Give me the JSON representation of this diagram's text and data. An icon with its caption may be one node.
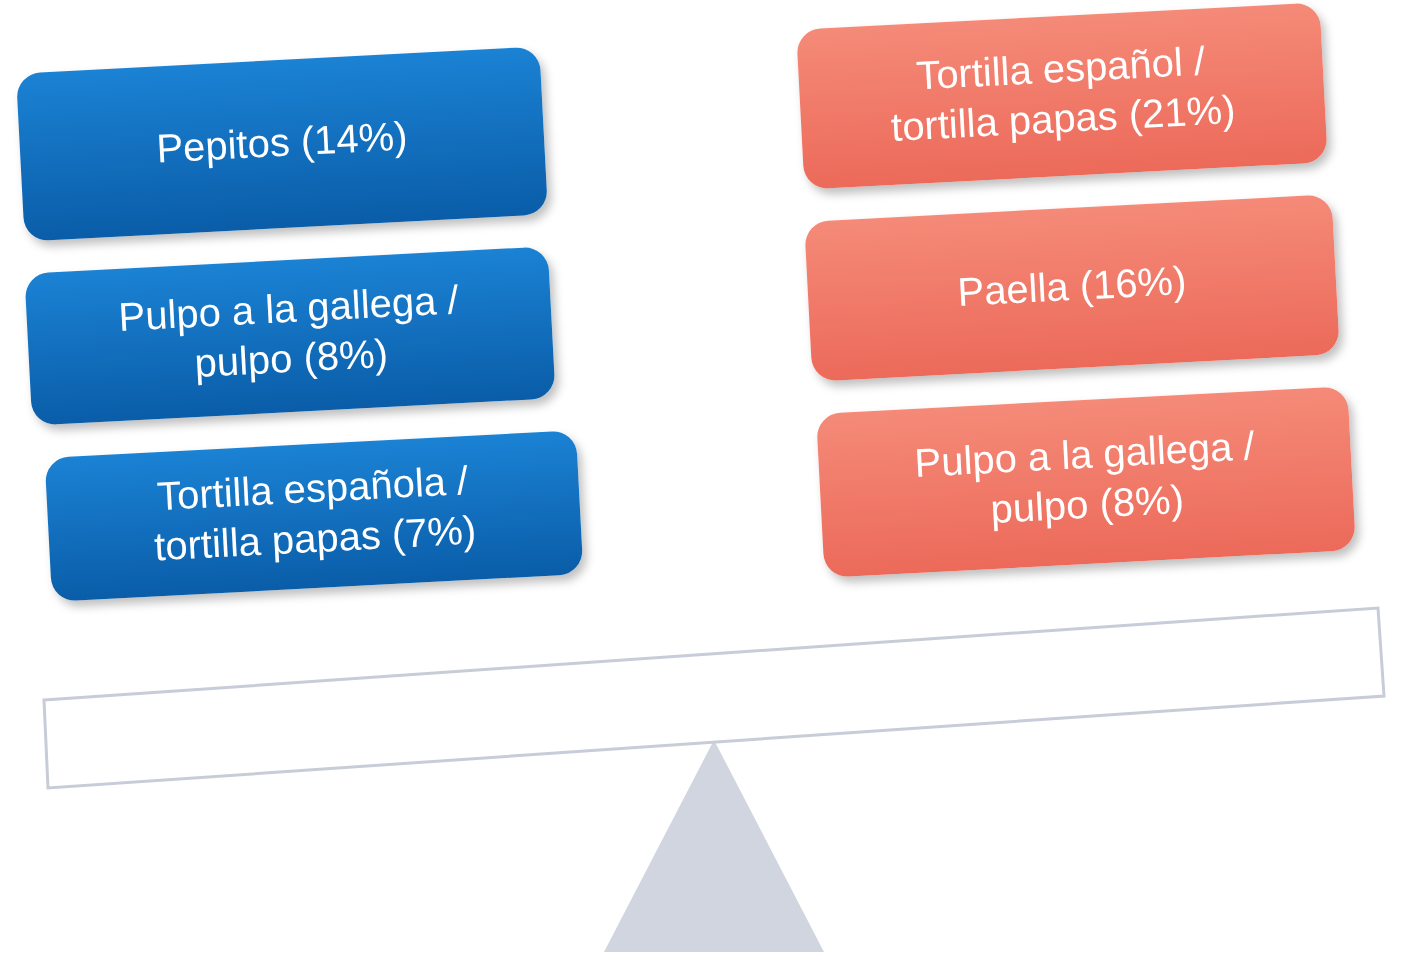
{
  "diagram": {
    "nodes": [
      {
        "text": [
          "Pepitos (14%)"
        ]
      },
      {
        "text": [
          "Pulpo a la gallega / pulpo (8%)"
        ]
      },
      {
        "text": [
          "Tortilla española / tortilla papas (7%)"
        ]
      },
      {
        "text": [
          "Tortilla español / tortilla papas (21%)"
        ]
      },
      {
        "text": [
          "Paella (16%)"
        ]
      },
      {
        "text": [
          "Pulpo a la gallega / pulpo (8%)"
        ]
      }
    ]
  }
}
